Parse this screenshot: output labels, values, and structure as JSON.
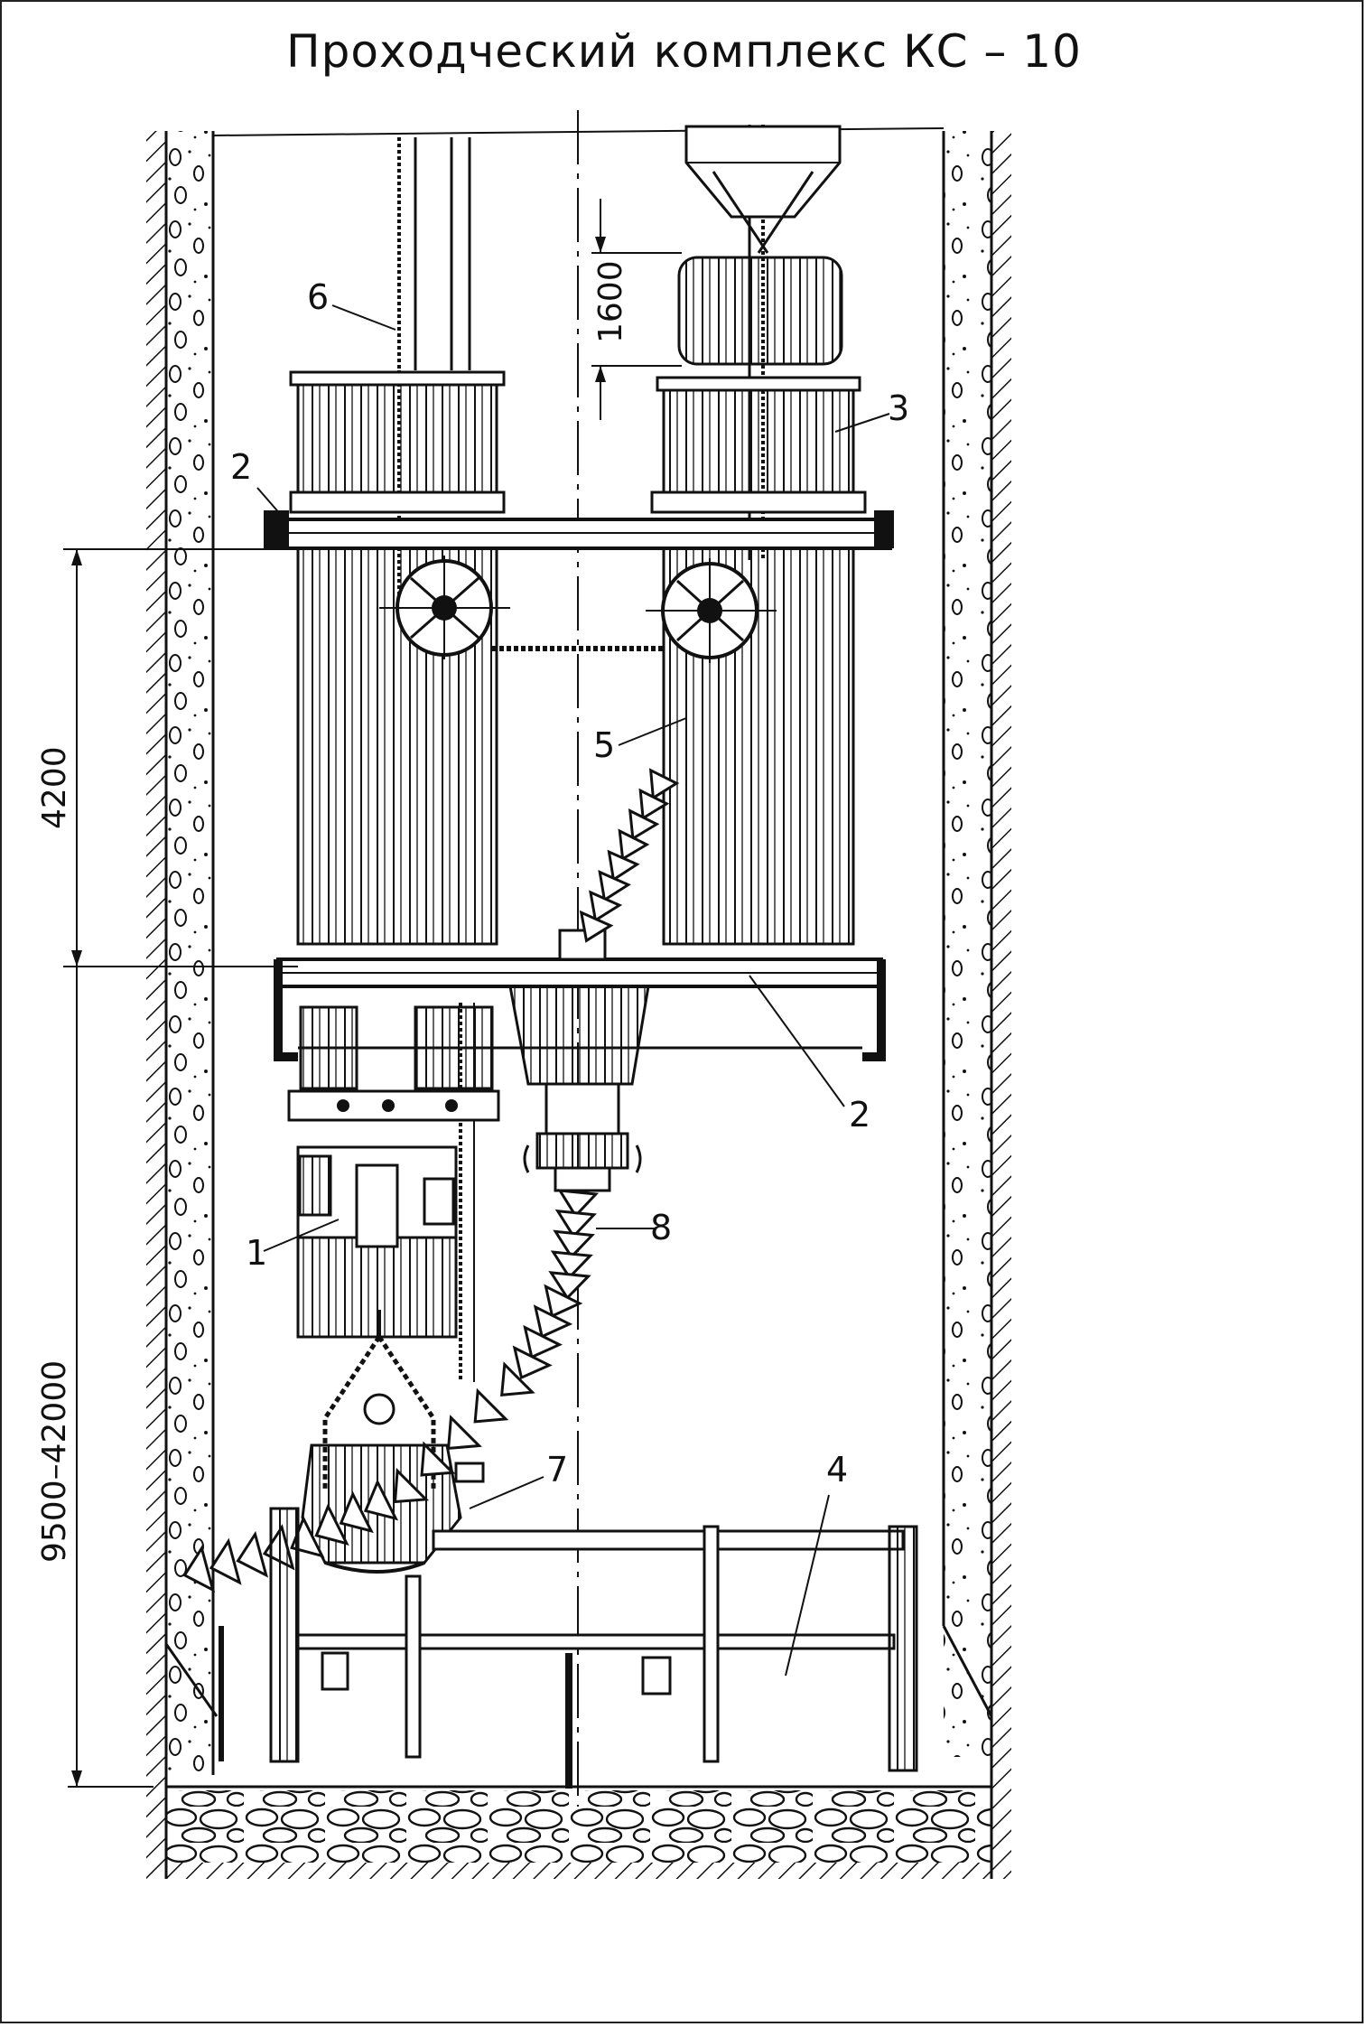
{
  "title": "Проходческий комплекс КС – 10",
  "callouts": {
    "n1": "1",
    "n2_top": "2",
    "n2_bottom": "2",
    "n3": "3",
    "n4": "4",
    "n5": "5",
    "n6": "6",
    "n7": "7",
    "n8": "8"
  },
  "dimensions": {
    "d1600": "1600",
    "d4200": "4200",
    "d9500": "9500–42000"
  },
  "colors": {
    "ink": "#111111",
    "paper": "#ffffff"
  }
}
